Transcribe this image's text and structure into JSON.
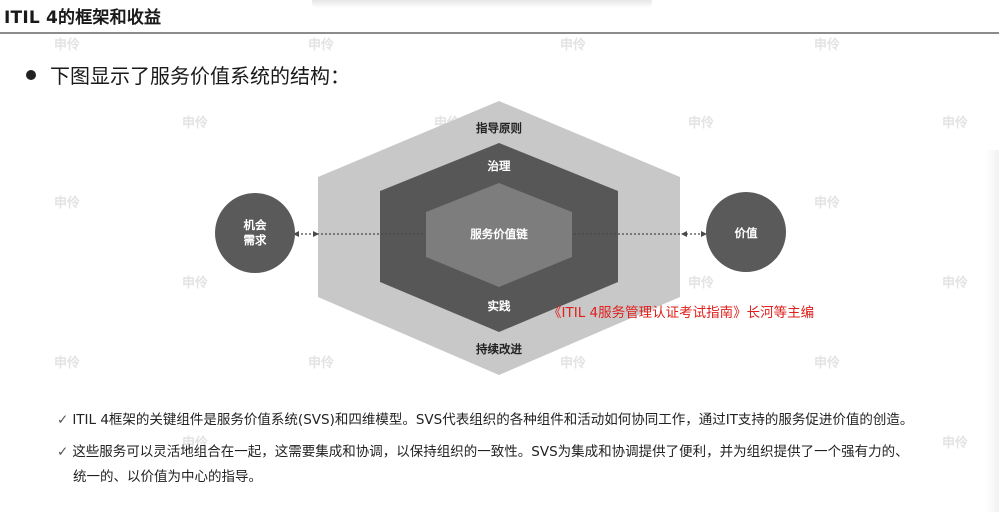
{
  "header": {
    "title": "ITIL 4的框架和收益"
  },
  "intro": {
    "text": "下图显示了服务价值系统的结构："
  },
  "diagram": {
    "outer_layer": "指导原则",
    "governance": "治理",
    "core": "服务价值链",
    "practices": "实践",
    "improvement": "持续改进",
    "input_line1": "机会",
    "input_line2": "需求",
    "output": "价值",
    "colors": {
      "outer": "#c8c8c8",
      "middle": "#575757",
      "inner": "#7d7d7d",
      "circle": "#5a5a5a"
    }
  },
  "caption": "《ITIL 4服务管理认证考试指南》长河等主编",
  "watermark": "申伶",
  "points": [
    "ITIL 4框架的关键组件是服务价值系统(SVS)和四维模型。SVS代表组织的各种组件和活动如何协同工作，通过IT支持的服务促进价值的创造。",
    "这些服务可以灵活地组合在一起，这需要集成和协调，以保持组织的一致性。SVS为集成和协调提供了便利，并为组织提供了一个强有力的、"
  ],
  "points_cont": "统一的、以价值为中心的指导。"
}
